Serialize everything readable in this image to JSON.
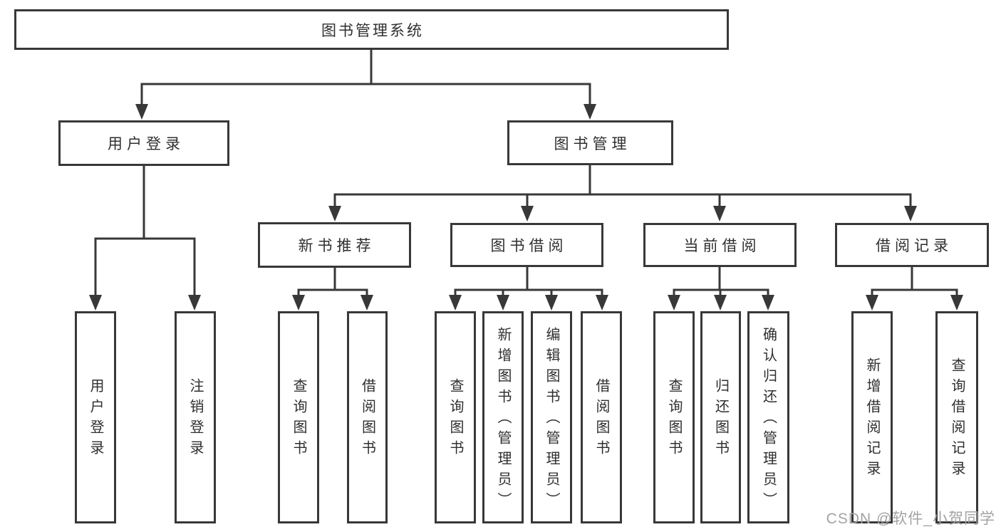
{
  "colors": {
    "background": "#ffffff",
    "line": "#383838",
    "box_border": "#383838",
    "text": "#2f2f2f",
    "watermark": "#a3a3a3"
  },
  "tree": {
    "root": {
      "label": "图书管理系统"
    },
    "branches": [
      {
        "label": "用户登录",
        "children": [
          {
            "label": "用户登录"
          },
          {
            "label": "注销登录"
          }
        ]
      },
      {
        "label": "图书管理",
        "children": [
          {
            "label": "新书推荐",
            "children": [
              {
                "label": "查询图书"
              },
              {
                "label": "借阅图书"
              }
            ]
          },
          {
            "label": "图书借阅",
            "children": [
              {
                "label": "查询图书"
              },
              {
                "label": "新增图书（管理员）"
              },
              {
                "label": "编辑图书（管理员）"
              },
              {
                "label": "借阅图书"
              }
            ]
          },
          {
            "label": "当前借阅",
            "children": [
              {
                "label": "查询图书"
              },
              {
                "label": "归还图书"
              },
              {
                "label": "确认归还（管理员）"
              }
            ]
          },
          {
            "label": "借阅记录",
            "children": [
              {
                "label": "新增借阅记录"
              },
              {
                "label": "查询借阅记录"
              }
            ]
          }
        ]
      }
    ]
  },
  "watermark": {
    "text": "CSDN @软件_小贺同学"
  }
}
